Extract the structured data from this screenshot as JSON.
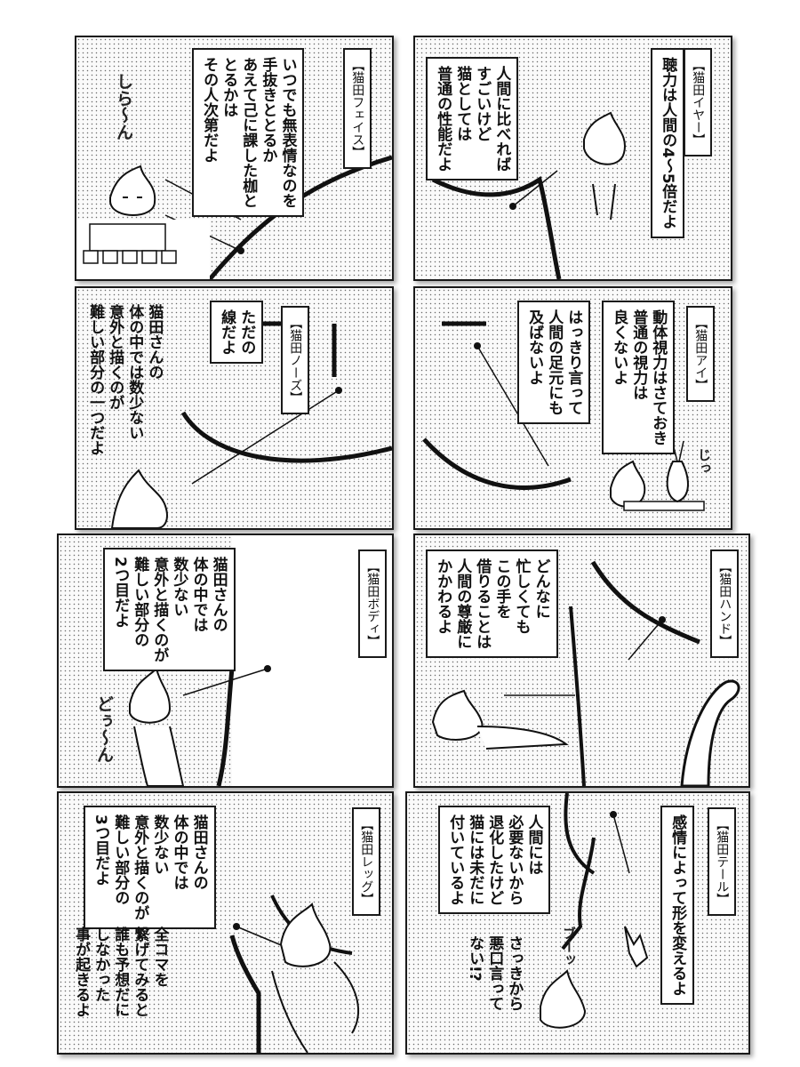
{
  "panels": [
    {
      "tag": "【猫田フェイス】",
      "text": "いつでも無表情なのを\n手抜きととるか\nあえて己に課した枷と\nとるかは\nその人次第だよ",
      "sfx": "しら〜ん"
    },
    {
      "tag": "【猫田イヤー】",
      "text": "人間に比べれば\nすごいけど\n猫としては\n普通の性能だよ",
      "note": "聴力は人間の4～5倍だよ"
    },
    {
      "tag": "【猫田ノーズ】",
      "text": "猫田さんの\n体の中では数少ない\n意外と描くのが\n難しい部分の一つだよ",
      "note": "ただの\n線だよ"
    },
    {
      "tag": "【猫田アイ】",
      "text": "はっきり言って\n人間の足元にも\n及ばないよ",
      "note": "動体視力はさておき\n普通の視力は\n良くないよ",
      "sfx": "じっ"
    },
    {
      "tag": "【猫田ボディ】",
      "text": "猫田さんの\n体の中では\n数少ない\n意外と描くのが\n難しい部分の\n2つ目だよ",
      "sfx": "どぅ〜ん"
    },
    {
      "tag": "【猫田ハンド】",
      "text": "どんなに\n忙しくても\nこの手を\n借りることは\n人間の尊厳に\nかかわるよ"
    },
    {
      "tag": "【猫田レッグ】",
      "text": "猫田さんの\n体の中では\n数少ない\n意外と描くのが\n難しい部分の\n3つ目だよ",
      "note": "全コマを\n繋げてみると\n誰も予想だに\nしなかった\n事が起きるよ"
    },
    {
      "tag": "【猫田テール】",
      "text": "人間には\n必要ないから\n退化したけど\n猫には未だに\n付いているよ",
      "note": "感情によって形を変えるよ",
      "speech": "さっきから\n悪口言って\nない!?",
      "sfx": "ブーッ"
    }
  ],
  "colors": {
    "ink": "#1a1a1a",
    "paper": "#ffffff",
    "screentone": "#6a6a6a"
  }
}
